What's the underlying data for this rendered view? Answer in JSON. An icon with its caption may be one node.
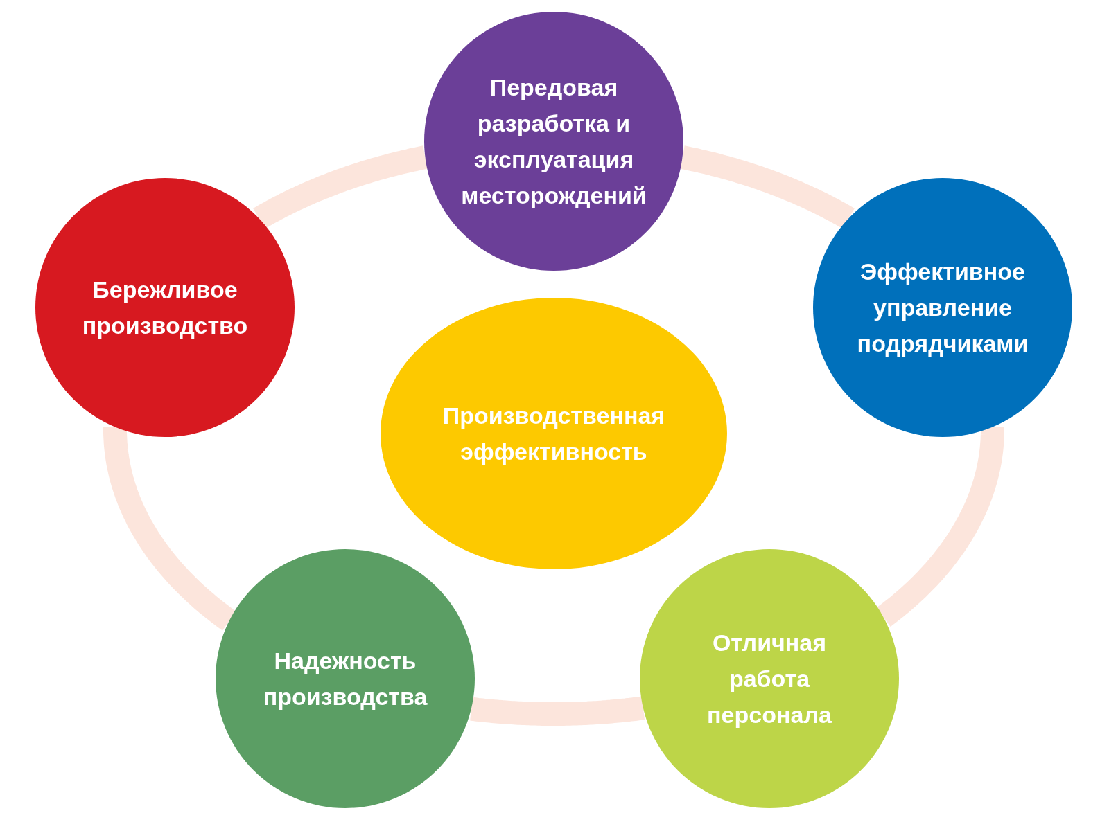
{
  "diagram": {
    "nodes": [
      {
        "text": [
          "Передовая разработка и эксплуатация месторождений"
        ]
      },
      {
        "text": [
          "Бережливое производство"
        ]
      },
      {
        "text": [
          "Эффективное управление подрядчиками"
        ]
      },
      {
        "text": [
          "Производственная эффективность"
        ]
      },
      {
        "text": [
          "Надежность производства"
        ]
      },
      {
        "text": [
          "Отличная работа персонала"
        ]
      }
    ],
    "edges": [
      {
        "from": 1,
        "to": 0,
        "arrow": "none"
      },
      {
        "from": 0,
        "to": 2,
        "arrow": "none"
      },
      {
        "from": 2,
        "to": 5,
        "arrow": "none"
      },
      {
        "from": 5,
        "to": 4,
        "arrow": "none"
      },
      {
        "from": 4,
        "to": 1,
        "arrow": "none"
      }
    ]
  }
}
